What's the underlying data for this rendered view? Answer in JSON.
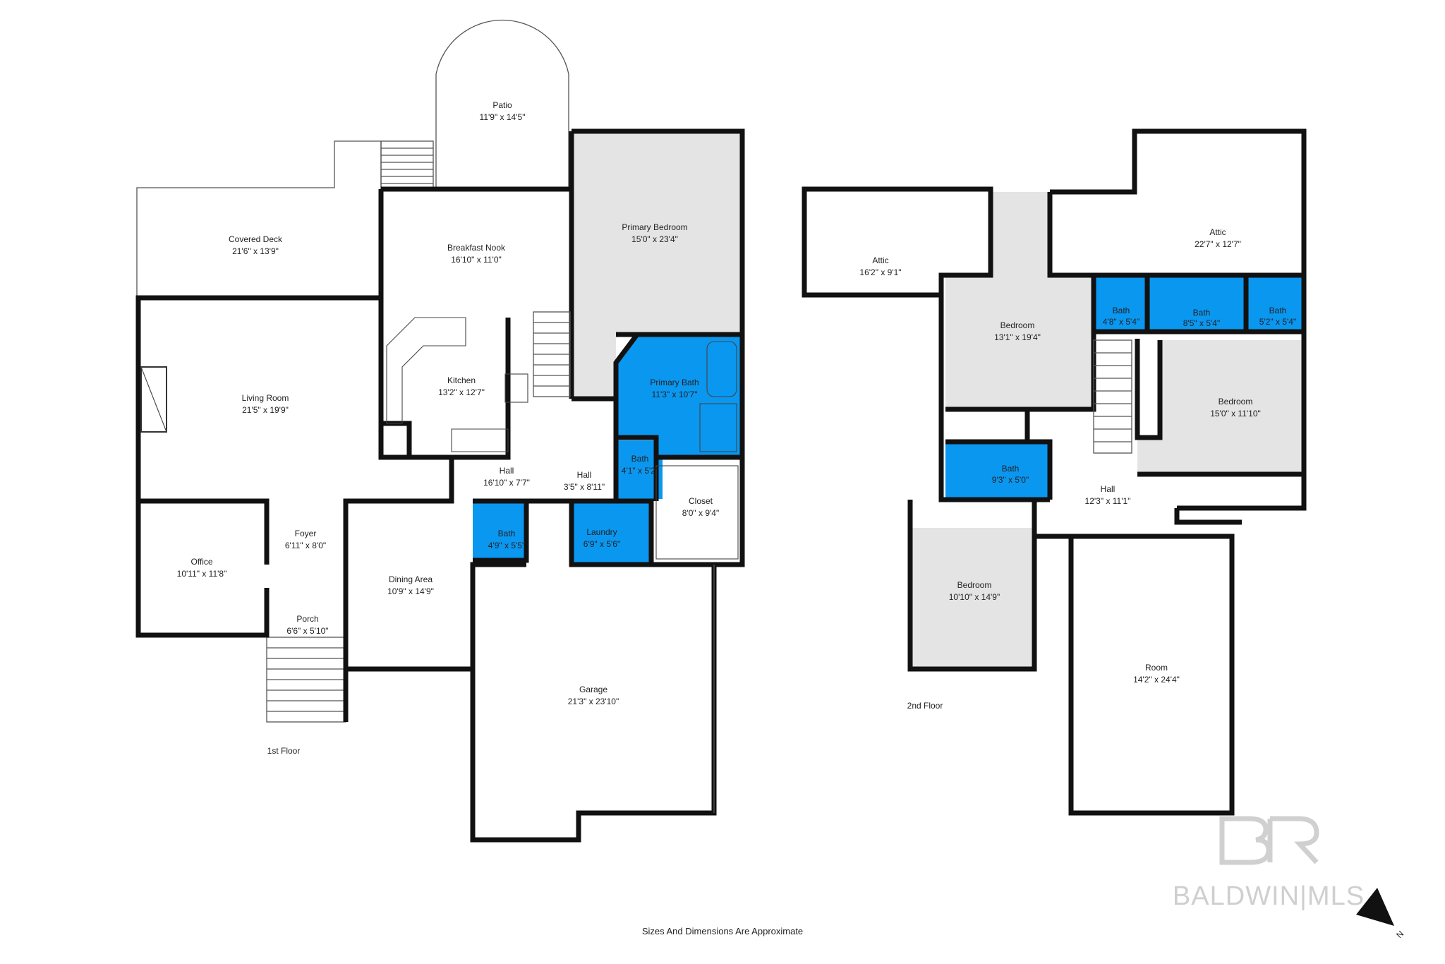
{
  "colors": {
    "wall": "#111111",
    "gray_room": "#e4e4e4",
    "bath_room": "#0a97f0",
    "watermark": "#cfcfcf"
  },
  "floors": [
    {
      "label": "1st Floor",
      "rooms": [
        {
          "name": "Patio",
          "dims": "11'9\" x 14'5\""
        },
        {
          "name": "Covered Deck",
          "dims": "21'6\" x 13'9\""
        },
        {
          "name": "Breakfast Nook",
          "dims": "16'10\" x 11'0\""
        },
        {
          "name": "Primary Bedroom",
          "dims": "15'0\" x 23'4\""
        },
        {
          "name": "Living Room",
          "dims": "21'5\" x 19'9\""
        },
        {
          "name": "Kitchen",
          "dims": "13'2\" x 12'7\""
        },
        {
          "name": "Primary Bath",
          "dims": "11'3\" x 10'7\""
        },
        {
          "name": "Hall",
          "dims": "16'10\" x 7'7\""
        },
        {
          "name": "Hall",
          "dims": "3'5\" x 8'11\""
        },
        {
          "name": "Bath",
          "dims": "4'1\" x 5'2\""
        },
        {
          "name": "Closet",
          "dims": "8'0\" x 9'4\""
        },
        {
          "name": "Foyer",
          "dims": "6'11\" x 8'0\""
        },
        {
          "name": "Office",
          "dims": "10'11\" x 11'8\""
        },
        {
          "name": "Dining Area",
          "dims": "10'9\" x 14'9\""
        },
        {
          "name": "Bath",
          "dims": "4'9\" x 5'5\""
        },
        {
          "name": "Laundry",
          "dims": "6'9\" x 5'6\""
        },
        {
          "name": "Porch",
          "dims": "6'6\" x 5'10\""
        },
        {
          "name": "Garage",
          "dims": "21'3\" x 23'10\""
        }
      ]
    },
    {
      "label": "2nd Floor",
      "rooms": [
        {
          "name": "Attic",
          "dims": "16'2\" x 9'1\""
        },
        {
          "name": "Attic",
          "dims": "22'7\" x 12'7\""
        },
        {
          "name": "Bedroom",
          "dims": "13'1\" x 19'4\""
        },
        {
          "name": "Bath",
          "dims": "4'8\" x 5'4\""
        },
        {
          "name": "Bath",
          "dims": "8'5\" x 5'4\""
        },
        {
          "name": "Bath",
          "dims": "5'2\" x 5'4\""
        },
        {
          "name": "Bedroom",
          "dims": "15'0\" x 11'10\""
        },
        {
          "name": "Bath",
          "dims": "9'3\" x 5'0\""
        },
        {
          "name": "Hall",
          "dims": "12'3\" x 11'1\""
        },
        {
          "name": "Bedroom",
          "dims": "10'10\" x 14'9\""
        },
        {
          "name": "Room",
          "dims": "14'2\" x 24'4\""
        }
      ]
    }
  ],
  "footnote": "Sizes And Dimensions Are Approximate",
  "watermark": {
    "logo": "BR",
    "brand": "BALDWIN|MLS"
  },
  "compass": {
    "icon": "north-arrow-icon",
    "letter": "N"
  }
}
